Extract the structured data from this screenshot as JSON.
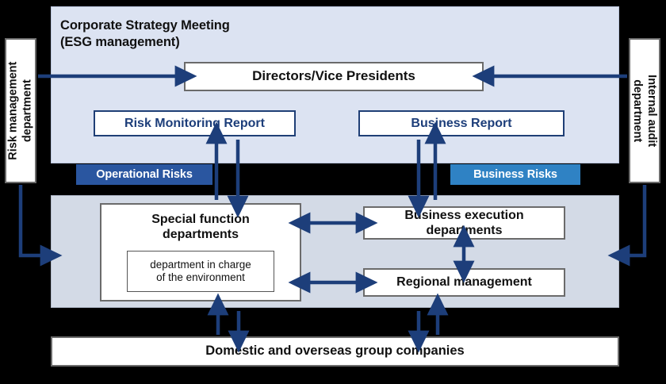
{
  "diagram": {
    "title": "Corporate Strategy Meeting\n(ESG management)",
    "title_line1": "Corporate Strategy Meeting",
    "title_line2": "(ESG management)",
    "background_color": "#000000",
    "accent_color": "#1d3e7a"
  },
  "panels": {
    "top": {
      "name": "corporate-strategy-meeting-panel",
      "fill": "#dce3f2",
      "title_line1": "Corporate Strategy Meeting",
      "title_line2": "(ESG management)"
    },
    "bottom": {
      "name": "execution-panel",
      "fill": "#d3dae6"
    }
  },
  "boxes": {
    "directors": "Directors/Vice Presidents",
    "risk_monitoring_report": "Risk Monitoring Report",
    "business_report": "Business Report",
    "special_function_departments": "Special function departments",
    "special_function_line1": "Special function",
    "special_function_line2": "departments",
    "environment_department_line1": "department in charge",
    "environment_department_line2": "of the environment",
    "business_execution_line1": "Business execution",
    "business_execution_line2": "departments",
    "regional_management": "Regional management",
    "group_companies": "Domestic and overseas group companies"
  },
  "side_labels": {
    "left_line1": "Risk management",
    "left_line2": "department",
    "right_line1": "Internal audit",
    "right_line2": "department"
  },
  "badges": {
    "operational_risks": {
      "label": "Operational Risks",
      "color": "#2a56a0"
    },
    "business_risks": {
      "label": "Business Risks",
      "color": "#2f82c4"
    }
  },
  "arrows": {
    "color": "#1d3e7a",
    "items": [
      {
        "name": "risk-dept-to-directors",
        "direction": "right"
      },
      {
        "name": "internal-audit-to-directors",
        "direction": "left"
      },
      {
        "name": "risk-dept-to-execution-panel",
        "direction": "elbow-right"
      },
      {
        "name": "internal-audit-to-execution-panel",
        "direction": "elbow-left"
      },
      {
        "name": "special-function-to-risk-report-up",
        "direction": "up"
      },
      {
        "name": "risk-report-to-special-function-down",
        "direction": "down"
      },
      {
        "name": "business-report-to-execution-down",
        "direction": "down"
      },
      {
        "name": "execution-to-business-report-up",
        "direction": "up"
      },
      {
        "name": "special-function-to-business-execution",
        "direction": "both"
      },
      {
        "name": "special-function-to-regional-management",
        "direction": "both"
      },
      {
        "name": "business-execution-to-regional-management",
        "direction": "both"
      },
      {
        "name": "group-companies-to-special-function-up",
        "direction": "up"
      },
      {
        "name": "special-function-to-group-companies-down",
        "direction": "down"
      },
      {
        "name": "regional-to-group-companies-down",
        "direction": "down"
      },
      {
        "name": "group-companies-to-regional-up",
        "direction": "up"
      }
    ]
  }
}
